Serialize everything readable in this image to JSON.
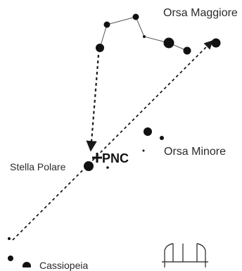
{
  "labels": {
    "ursa_major": "Orsa Maggiore",
    "polaris": "Stella Polare",
    "pnc": "PNC",
    "ursa_minor": "Orsa Minore",
    "cassiopeia": "Cassiopeia"
  },
  "colors": {
    "star": "#111111",
    "line": "#555555",
    "arrow": "#1a1a1a"
  }
}
